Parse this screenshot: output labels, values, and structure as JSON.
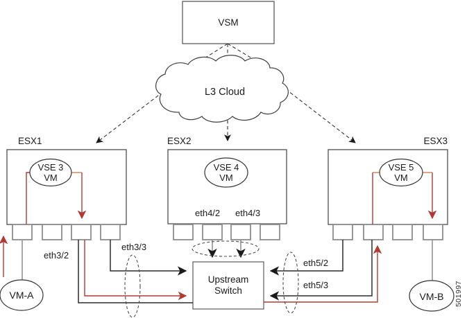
{
  "vsm": {
    "label": "VSM"
  },
  "cloud": {
    "label": "L3 Cloud"
  },
  "hosts": {
    "esx1": {
      "title": "ESX1",
      "vm_line1": "VSE 3",
      "vm_line2": "VM"
    },
    "esx2": {
      "title": "ESX2",
      "vm_line1": "VSE 4",
      "vm_line2": "VM",
      "eth2_label": "eth4/2",
      "eth3_label": "eth4/3"
    },
    "esx3": {
      "title": "ESX3",
      "vm_line1": "VSE 5",
      "vm_line2": "VM"
    }
  },
  "upstream_switch": {
    "line1": "Upstream",
    "line2": "Switch"
  },
  "endpoints": {
    "vm_a": "VM-A",
    "vm_b": "VM-B"
  },
  "links": {
    "eth3_2": "eth3/2",
    "eth3_3": "eth3/3",
    "eth5_2": "eth5/2",
    "eth5_3": "eth5/3"
  },
  "figure_number": "501997",
  "colors": {
    "red_path": "#b13a32",
    "orange_path": "#d0804f",
    "gray_line": "#8a8a8a",
    "black_line": "#2b2b2b",
    "box_border": "#4d4d4d",
    "port_border": "#8c8c8c"
  }
}
